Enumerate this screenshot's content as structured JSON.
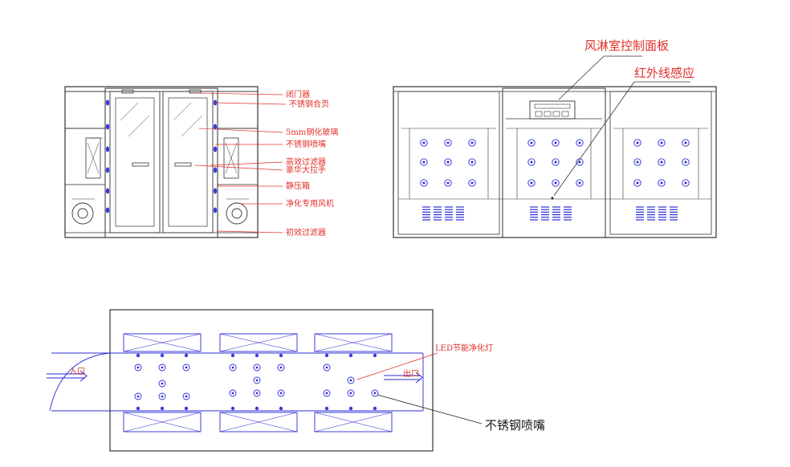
{
  "colors": {
    "line": "#333333",
    "blue": "#2b2bd6",
    "red": "#e0302a",
    "nozzle": "#3b3be0"
  },
  "front_view": {
    "labels": [
      "闭门器",
      "不锈钢合页",
      "5mm钢化玻璃",
      "不锈钢喷嘴",
      "高效过滤器",
      "豪华大拉手",
      "静压箱",
      "净化专用风机",
      "初效过滤器"
    ]
  },
  "side_view": {
    "panel_label": "风淋室控制面板",
    "sensor_label": "红外线感应"
  },
  "top_view": {
    "entry_label": "入口",
    "exit_label": "出口",
    "led_label": "LED节能净化灯",
    "nozzle_label": "不锈钢喷嘴"
  }
}
